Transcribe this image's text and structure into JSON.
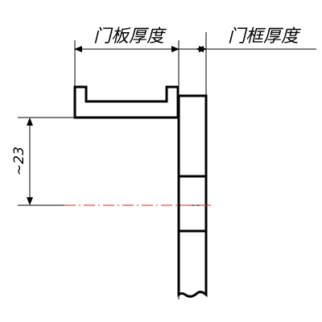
{
  "labels": {
    "door_panel_thickness": "门板厚度",
    "door_frame_thickness": "门框厚度",
    "vertical_dimension": "~23"
  },
  "colors": {
    "line": "#000000",
    "centerline": "#d42a2a",
    "background": "#ffffff"
  }
}
